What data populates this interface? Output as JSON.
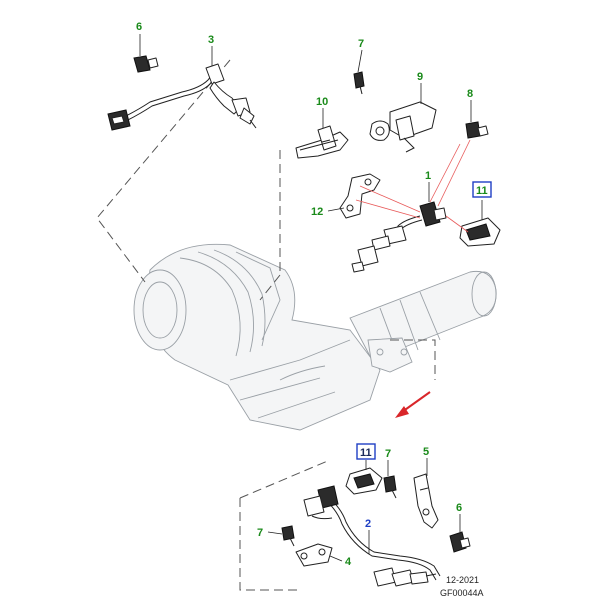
{
  "colors": {
    "callout_green": "#1a8a1a",
    "callout_blue": "#1f3fc4",
    "callout_dark": "#1a2a5a",
    "arrow_red": "#d9262a",
    "ghost_gray": "#9aa0a6"
  },
  "callouts": {
    "c1": "1",
    "c2": "2",
    "c3": "3",
    "c4": "4",
    "c5": "5",
    "c6_top": "6",
    "c6_bottom": "6",
    "c7_top": "7",
    "c7_bottom_mid": "7",
    "c7_bottom_left": "7",
    "c8": "8",
    "c9": "9",
    "c10": "10",
    "c11_top": "11",
    "c11_bottom": "11",
    "c12": "12"
  },
  "footer": {
    "date": "12-2021",
    "code": "GF00044A"
  }
}
